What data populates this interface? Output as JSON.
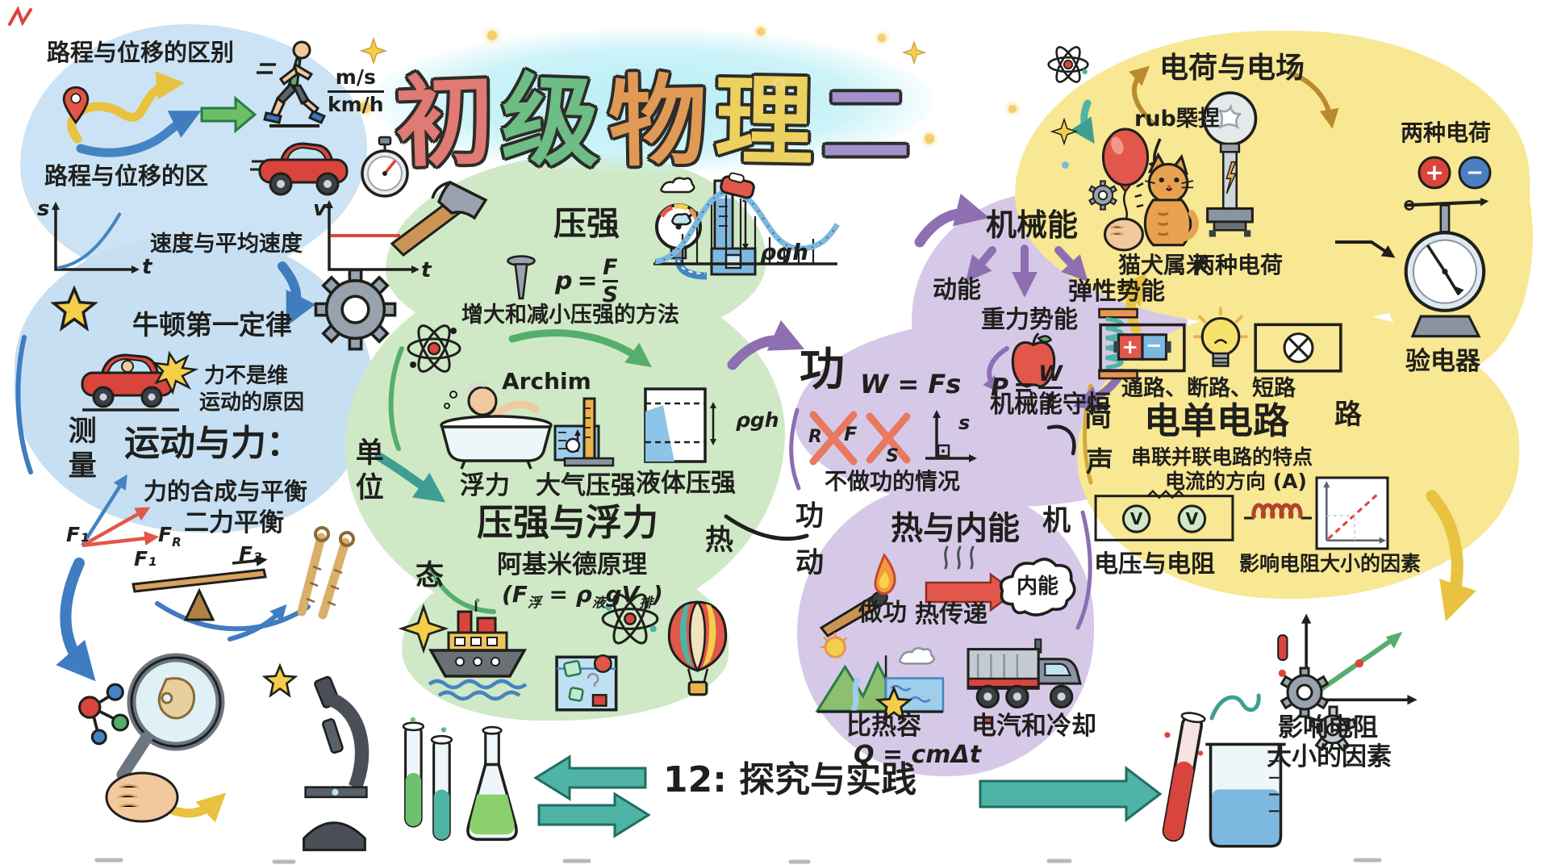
{
  "palette": {
    "cloud_blue": "#cbe3f4",
    "cloud_green": "#cfe9c6",
    "cloud_purple": "#d6c9e8",
    "cloud_yellow": "#f8e793",
    "arrow_teal": "#4fb3a5",
    "arrow_green": "#56ae6c",
    "arrow_purple": "#8e6fb2",
    "arrow_blue": "#3f7cc0",
    "arrow_yellow": "#e9c23f",
    "arrow_red": "#e2574b",
    "ink": "#1f1f1c",
    "title_colors": [
      "#e07a74",
      "#6dbd85",
      "#e09a55",
      "#ecd15e",
      "#a291cc"
    ]
  },
  "title": {
    "full": "初级物理二",
    "chars": [
      "初",
      "级",
      "物",
      "理",
      "二"
    ]
  },
  "kinematics": {
    "distance_displacement": "路程与位移的区别",
    "distance_displacement_2": "路程与位移的区",
    "speed_avg": "速度与平均速度",
    "unit_ms": "m/s",
    "unit_kmh": "km/h",
    "axis_s": "s",
    "axis_t": "t",
    "axis_v": "v",
    "axis_t2": "t"
  },
  "force": {
    "newton_first": "牛顿第一定律",
    "force_not_1": "力不是维",
    "force_not_2": "运动的原因",
    "heading": "运动与力：",
    "composition": "力的合成与平衡",
    "two_force_balance": "二力平衡",
    "measure": "测量",
    "unit": "单位",
    "f1": "F₁",
    "f2": "F₂",
    "f": "F",
    "sub_r": "R"
  },
  "pressure": {
    "heading": "压强",
    "p": "p",
    "eq": "=",
    "f": "F",
    "s": "S",
    "methods": "增大和减小压强的方法",
    "rho_gh": "ρgh",
    "rho_gh_2": "ρgh",
    "archim": "Archim",
    "buoyancy": "浮力",
    "atmospheric": "大气压强",
    "liquid": "液体压强",
    "main": "压强与浮力",
    "principle": "阿基米德原理",
    "formula": {
      "a": "(F",
      "a_sub": "浮",
      "b": " = ρ",
      "b_sub": "液",
      "c": "gV",
      "c_sub": "排",
      "d": ")"
    },
    "state": "态",
    "heat": "热"
  },
  "energy": {
    "mechanical": "机械能",
    "kinetic": "动能",
    "gravitational": "重力势能",
    "elastic": "弹性势能",
    "conservation": "机械能守恒",
    "work": "功",
    "w_fs": "W = Fs",
    "x_r": "R",
    "x_f": "F",
    "x_s": "S",
    "diag_s": "s",
    "no_work": "不做功的情况",
    "p_label": "P",
    "p_eq": "=",
    "p_w": "W",
    "p_t": "t",
    "heat_internal": "热与内能",
    "do_work": "做功",
    "heat_transfer": "热传递",
    "internal": "内能",
    "specific_heat": "比热容",
    "q_formula": "Q = cmΔt",
    "cooling": "电汽和冷却",
    "gong": "功",
    "dong": "动",
    "ji": "机"
  },
  "electro": {
    "heading": "电荷与电场",
    "rub": "rub槩捏",
    "cat": "猫犬属米",
    "two_charges": "两种电荷",
    "two_charges_2": "两种电荷",
    "plus": "+",
    "minus": "−",
    "electroscope": "验电器"
  },
  "circuit": {
    "paths": "通路、断路、短路",
    "heading": "电单电路",
    "series_parallel": "串联并联电路的特点",
    "current_direction": "电流的方向 (A)",
    "jian": "简",
    "sheng": "声",
    "lu": "路",
    "voltage_resistance": "电压与电阻",
    "resistance_factors": "影响电阻大小的因素",
    "v": "V",
    "plus": "+",
    "minus": "−"
  },
  "bottom": {
    "practice": "12: 探究与实践",
    "resist_factors_1": "影响电阻",
    "resist_factors_2": "大小的因素"
  }
}
